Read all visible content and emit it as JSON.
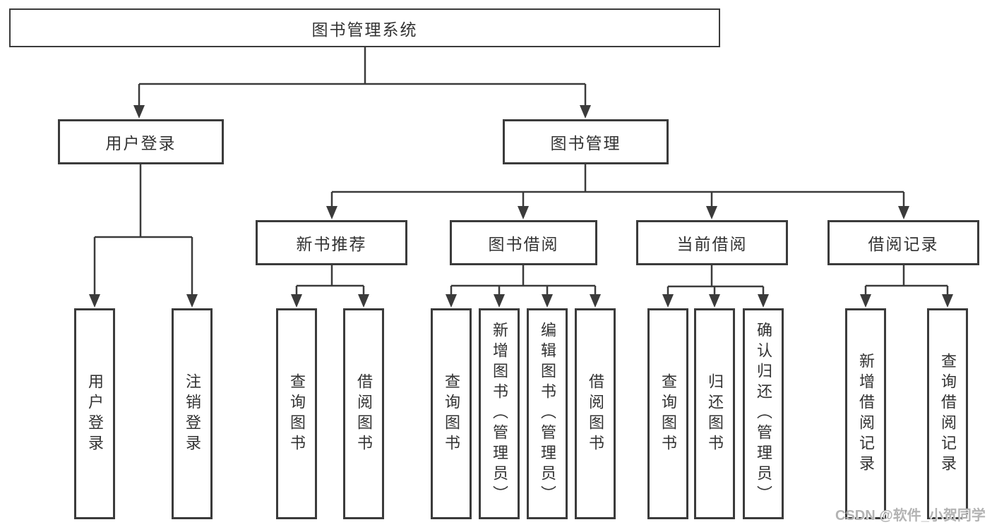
{
  "diagram_type": "hierarchy-tree",
  "colors": {
    "background": "#ffffff",
    "line": "#3b3b3b",
    "box_border": "#3b3b3b",
    "text": "#333333",
    "watermark": "#b3b3b3"
  },
  "tree": {
    "label": "图书管理系统",
    "children": [
      {
        "label": "用户登录",
        "children": [
          {
            "label": "用户登录"
          },
          {
            "label": "注销登录"
          }
        ]
      },
      {
        "label": "图书管理",
        "children": [
          {
            "label": "新书推荐",
            "children": [
              {
                "label": "查询图书"
              },
              {
                "label": "借阅图书"
              }
            ]
          },
          {
            "label": "图书借阅",
            "children": [
              {
                "label": "查询图书"
              },
              {
                "label": "新增图书（管理员）"
              },
              {
                "label": "编辑图书（管理员）"
              },
              {
                "label": "借阅图书"
              }
            ]
          },
          {
            "label": "当前借阅",
            "children": [
              {
                "label": "查询图书"
              },
              {
                "label": "归还图书"
              },
              {
                "label": "确认归还（管理员）"
              }
            ]
          },
          {
            "label": "借阅记录",
            "children": [
              {
                "label": "新增借阅记录"
              },
              {
                "label": "查询借阅记录"
              }
            ]
          }
        ]
      }
    ]
  },
  "watermark": {
    "text": "CSDN @软件_小贺同学"
  }
}
